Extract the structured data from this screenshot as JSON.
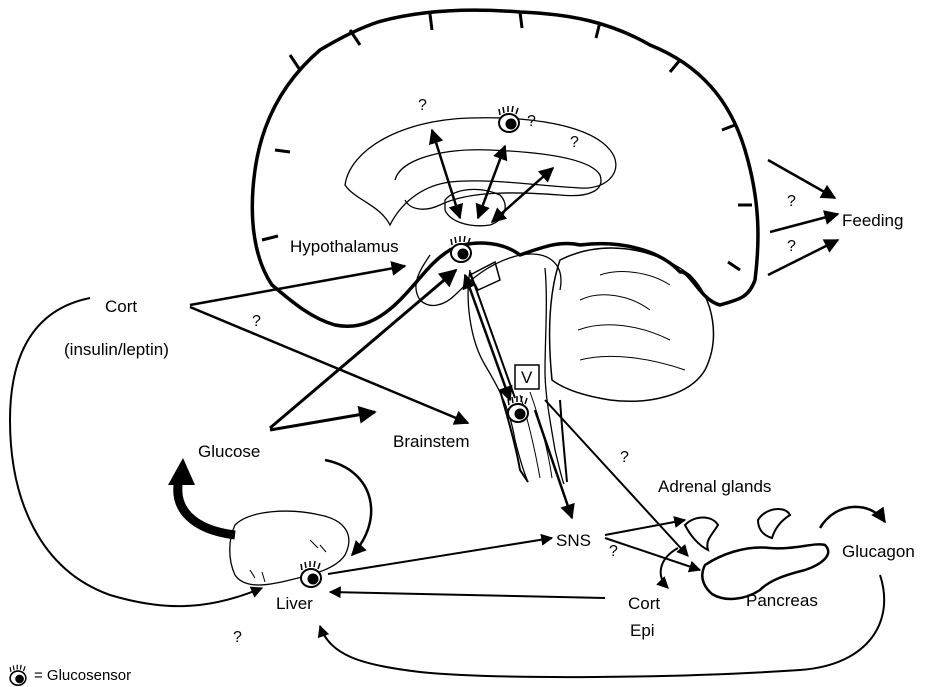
{
  "labels": {
    "hypothalamus": "Hypothalamus",
    "feeding": "Feeding",
    "cort": "Cort",
    "insulin_leptin": "(insulin/leptin)",
    "glucose": "Glucose",
    "brainstem": "Brainstem",
    "v_box": "V",
    "adrenal_glands": "Adrenal glands",
    "sns": "SNS",
    "glucagon": "Glucagon",
    "liver": "Liver",
    "cort_lower": "Cort",
    "epi": "Epi",
    "pancreas": "Pancreas"
  },
  "question_mark": "?",
  "legend": {
    "text": "= Glucosensor",
    "icon": "eye-icon"
  },
  "colors": {
    "stroke": "#000000",
    "background": "#ffffff"
  }
}
